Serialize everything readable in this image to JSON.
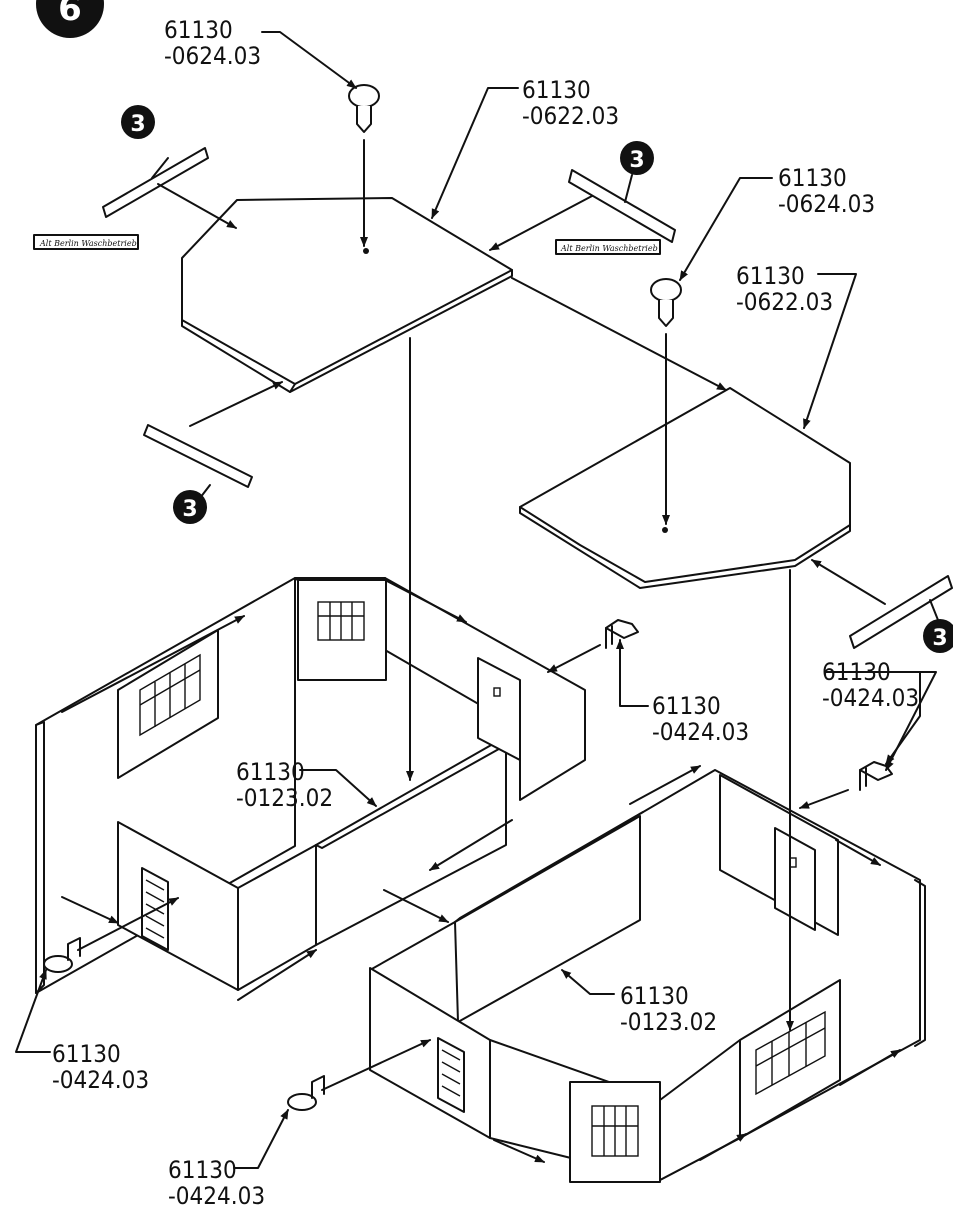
{
  "step": {
    "number": "6"
  },
  "callouts": {
    "knob_top": {
      "line1": "61130",
      "line2": "-0624.03"
    },
    "plate_top": {
      "line1": "61130",
      "line2": "-0622.03"
    },
    "knob_right": {
      "line1": "61130",
      "line2": "-0624.03"
    },
    "plate_right": {
      "line1": "61130",
      "line2": "-0622.03"
    },
    "lamp_mid": {
      "line1": "61130",
      "line2": "-0424.03"
    },
    "lamp_right": {
      "line1": "61130",
      "line2": "-0424.03"
    },
    "wall_left": {
      "line1": "61130",
      "line2": "-0123.02"
    },
    "wall_right": {
      "line1": "61130",
      "line2": "-0123.02"
    },
    "lamp_left": {
      "line1": "61130",
      "line2": "-0424.03"
    },
    "lamp_bottom": {
      "line1": "61130",
      "line2": "-0424.03"
    }
  },
  "sign_badges": [
    "3",
    "3",
    "3",
    "3"
  ]
}
